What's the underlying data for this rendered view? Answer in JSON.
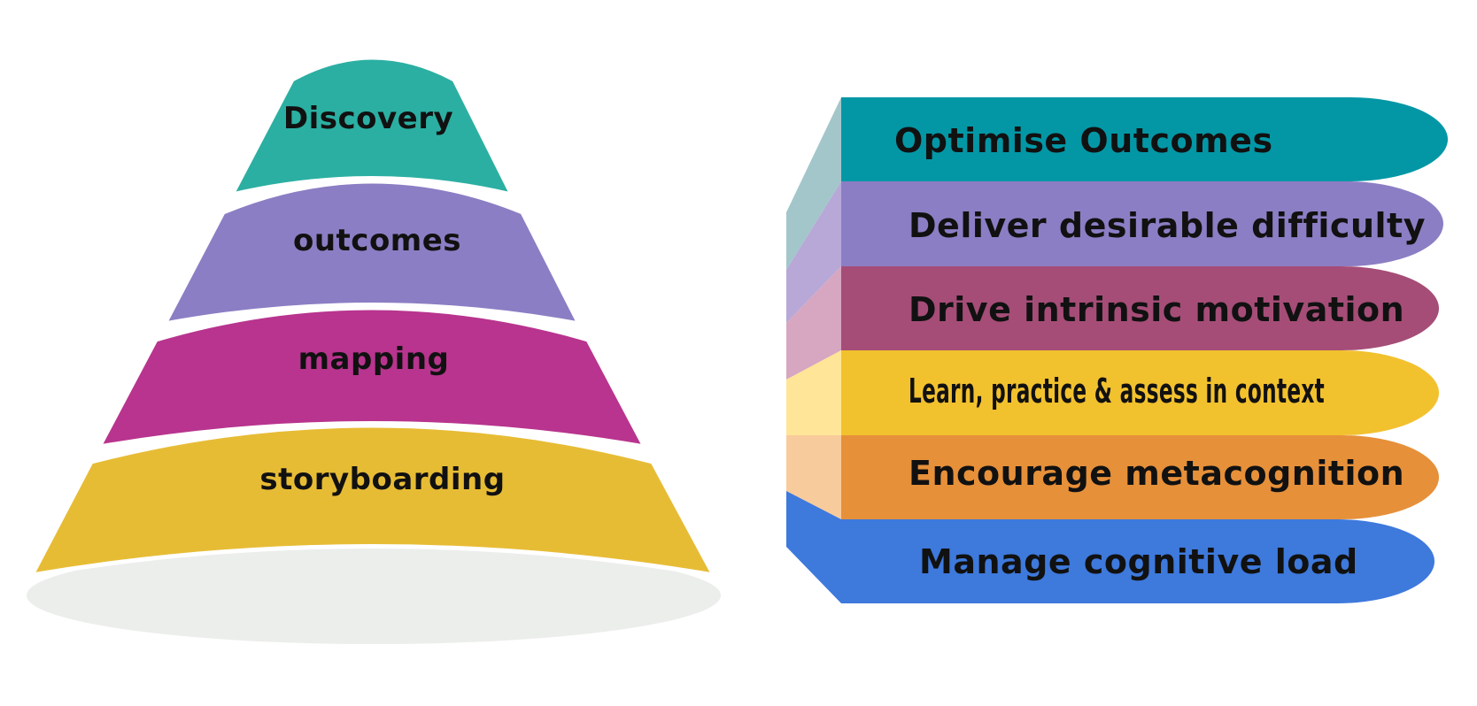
{
  "pyramid": {
    "layers": [
      {
        "label": "Discovery",
        "color": "#2BAFA2"
      },
      {
        "label": "outcomes",
        "color": "#8C7EC4"
      },
      {
        "label": "mapping",
        "color": "#B8348E"
      },
      {
        "label": "storyboarding",
        "color": "#E7BC35"
      }
    ],
    "base_color": "#ECEEEB"
  },
  "stack": {
    "bars": [
      {
        "label": "Optimise Outcomes",
        "color": "#0397A6",
        "side_color": "#A3C6CA"
      },
      {
        "label": "Deliver desirable difficulty",
        "color": "#8C7EC4",
        "side_color": "#B7A8D8"
      },
      {
        "label": "Drive intrinsic motivation",
        "color": "#A54D77",
        "side_color": "#D7A6C0"
      },
      {
        "label": "Learn, practice & assess in context",
        "color": "#F2C12E",
        "side_color": "#FFE597"
      },
      {
        "label": "Encourage metacognition",
        "color": "#E6903A",
        "side_color": "#F8CB9C"
      },
      {
        "label": "Manage cognitive load",
        "color": "#3E79DC",
        "side_color": "#3E79DC"
      }
    ]
  }
}
